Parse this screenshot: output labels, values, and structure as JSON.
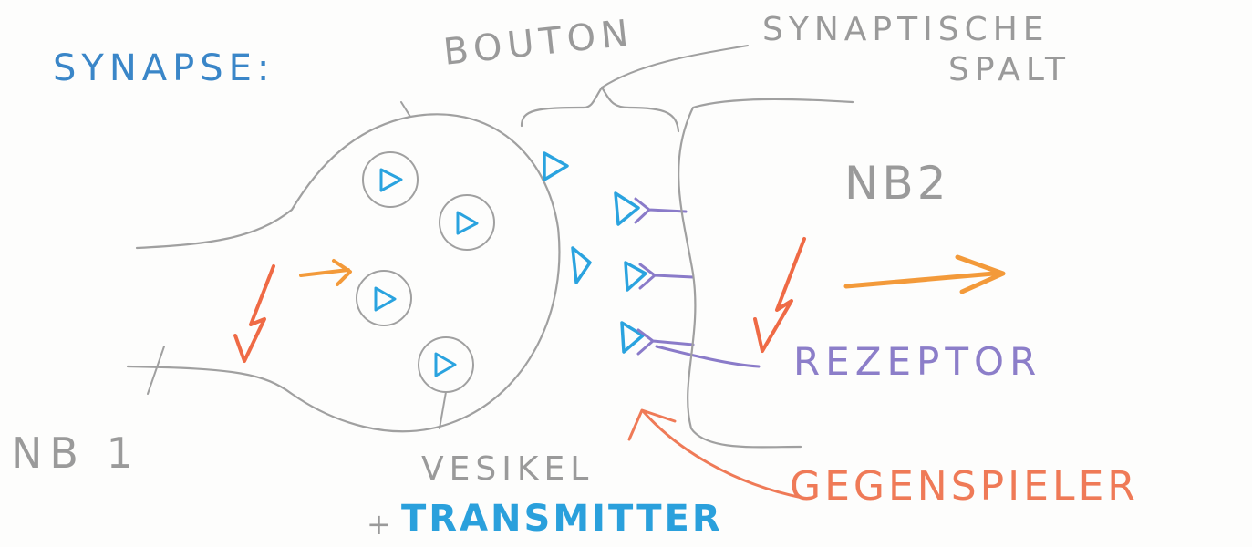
{
  "labels": {
    "title": "SYNAPSE:",
    "bouton": "BOUTON",
    "synaptische_line1": "SYNAPTISCHE",
    "synaptische_line2": "SPALT",
    "nb2": "NB2",
    "nb1": "NB 1",
    "rezeptor": "REZEPTOR",
    "vesikel": "VESIKEL",
    "plus": "+",
    "transmitter": "TRANSMITTER",
    "gegenspieler": "GEGENSPIELER"
  },
  "colors": {
    "outline": "#9e9e9e",
    "vesicle_fill": "#2ba3de",
    "receptor": "#8b7bc8",
    "signal": "#ef6a45",
    "flow": "#f39a3a",
    "title": "#3a86c8"
  }
}
